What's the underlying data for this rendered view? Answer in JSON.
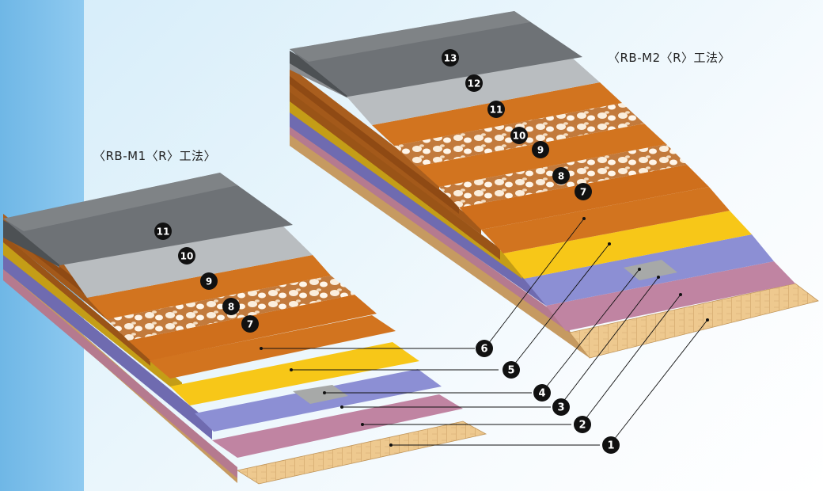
{
  "titles": {
    "left": "〈RB-M1〈R〉工法〉",
    "right": "〈RB-M2〈R〉工法〉"
  },
  "left_labels": [
    "11",
    "10",
    "9",
    "8",
    "7"
  ],
  "right_labels": [
    "13",
    "12",
    "11",
    "10",
    "9",
    "8",
    "7"
  ],
  "callouts": [
    "6",
    "5",
    "4",
    "3",
    "2",
    "1"
  ],
  "colors": {
    "top_coat": "#6e7276",
    "silver": "#b9bdc0",
    "orange": "#d2741f",
    "mesh": "#c98a52",
    "yellow": "#f7c718",
    "purple": "#8c8fd4",
    "pink": "#c084a2",
    "wood": "#eec98f",
    "strip": "#a7a9a8"
  }
}
